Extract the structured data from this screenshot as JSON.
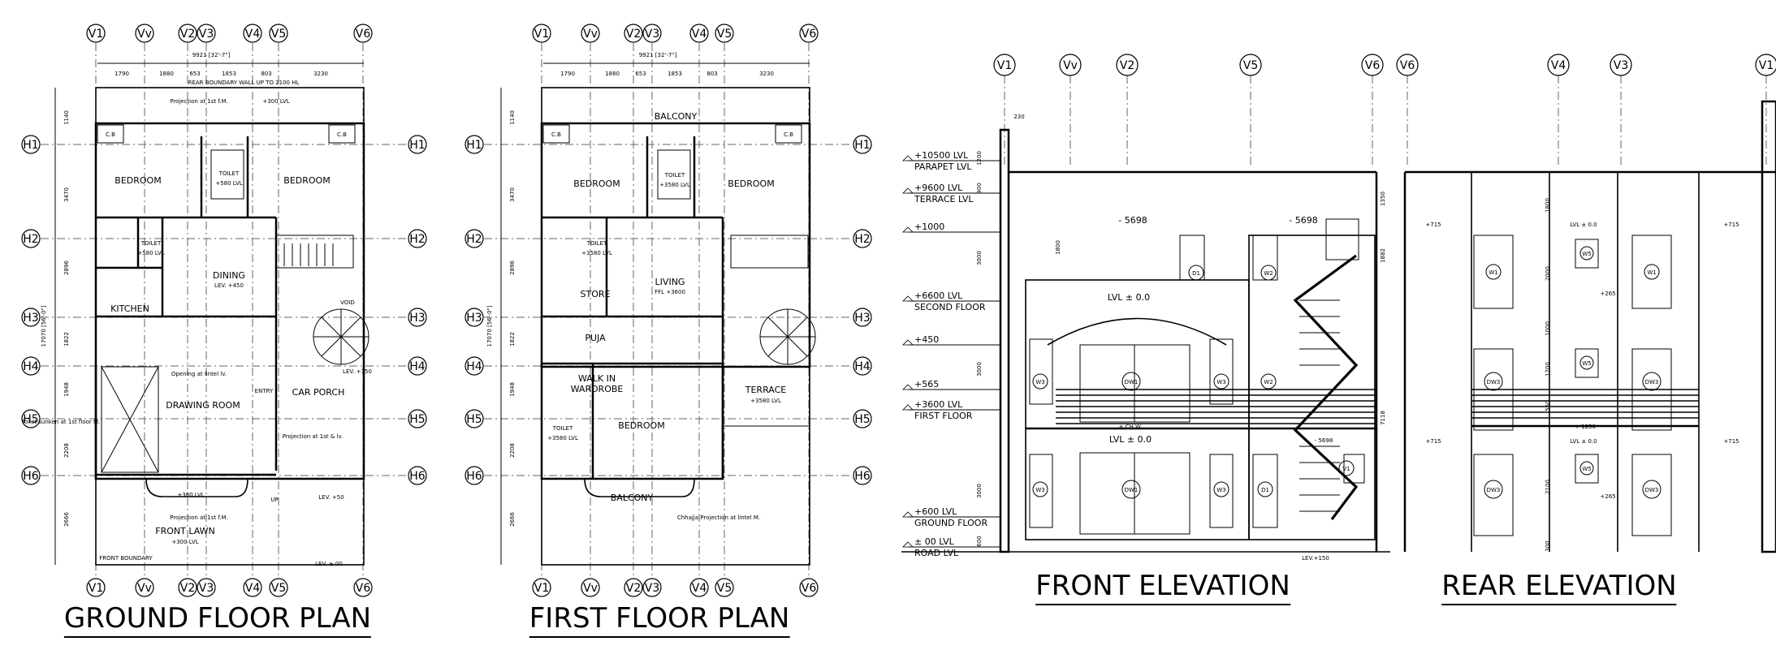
{
  "titles": {
    "ground": "GROUND FLOOR PLAN",
    "first": "FIRST FLOOR PLAN",
    "front": "FRONT ELEVATION",
    "rear": "REAR ELEVATION"
  },
  "grid": {
    "plan_v": [
      "V1",
      "Vv",
      "V2",
      "V3",
      "V4",
      "V5",
      "V6"
    ],
    "plan_h": [
      "H1",
      "H2",
      "H3",
      "H4",
      "H5",
      "H6"
    ],
    "front_v": [
      "V1",
      "Vv",
      "V2",
      "V5",
      "V6"
    ],
    "rear_v": [
      "V6",
      "V4",
      "V3",
      "V1"
    ]
  },
  "plan_dims": {
    "overall": "9921 [32'-7\"]",
    "top_parts": [
      "1790",
      "1880",
      "653",
      "1853",
      "803",
      "3230"
    ],
    "left_total": "17070 [56'-0\"]",
    "left_parts": [
      "1140",
      "3470",
      "2896",
      "1822",
      "1948",
      "2208",
      "2666"
    ]
  },
  "ground": {
    "rooms": {
      "bed1": "BEDROOM",
      "bed2": "BEDROOM",
      "toilet_c": "TOILET",
      "toilet_c_lvl": "+580 LVL",
      "toilet_l": "TOILET",
      "toilet_l_lvl": "+580 LVL",
      "dining": "DINING",
      "dining_lvl": "LEV. +450",
      "kitchen": "KITCHEN",
      "drawing": "DRAWING ROOM",
      "carporch": "CAR PORCH",
      "lawn": "FRONT LAWN",
      "lawn_lvl": "+300 LVL",
      "entry": "ENTRY",
      "up": "UP",
      "void": "VOID",
      "cb1": "C.B",
      "cb2": "C.B"
    },
    "notes": {
      "rear_wall": "REAR BOUNDARY WALL UP TO 2100 HL",
      "projection_top": "Projection at 1st f.M.",
      "lvl300": "+300 LVL",
      "opening": "Opening at lintel lv.",
      "projection_mid": "Projection at 1st & lv.",
      "toilet_sunken": "Toilet sunken at 1st floor M.",
      "projection_bottom": "Projection at 1st f.M.",
      "lev_porch": "LEV. +150",
      "lev_lawn": "LEV. +50",
      "front_boundary": "FRONT BOUNDARY",
      "lev_road": "LEV. ± 00",
      "plus380": "+380 LVL"
    }
  },
  "first": {
    "rooms": {
      "balcony_top": "BALCONY",
      "bed1": "BEDROOM",
      "bed2": "BEDROOM",
      "toilet_c": "TOILET",
      "toilet_c_lvl": "+3580 LVL",
      "toilet_l": "TOILET",
      "toilet_l_lvl": "+3580 LVL",
      "living": "LIVING",
      "living_lvl": "FFL +3600",
      "store": "STORE",
      "puja": "PUJA",
      "walkin": "WALK IN",
      "wardrobe": "WARDROBE",
      "bed3": "BEDROOM",
      "toilet_b": "TOILET",
      "toilet_b_lvl": "+3580 LVL",
      "terrace": "TERRACE",
      "terrace_lvl": "+3580 LVL",
      "balcony_bottom": "BALCONY",
      "cb1": "C.B",
      "cb2": "C.B"
    },
    "notes": {
      "chajja": "Chhajja Projection at lintel M."
    }
  },
  "front": {
    "levels": [
      {
        "l1": "+10500 LVL",
        "l2": "PARAPET LVL"
      },
      {
        "l1": "+9600 LVL",
        "l2": "TERRACE LVL"
      },
      {
        "l1": "+1000",
        "l2": ""
      },
      {
        "l1": "+6600 LVL",
        "l2": "SECOND FLOOR"
      },
      {
        "l1": "+450",
        "l2": ""
      },
      {
        "l1": "+565",
        "l2": ""
      },
      {
        "l1": "+3600 LVL",
        "l2": "FIRST FLOOR"
      },
      {
        "l1": "+600 LVL",
        "l2": "GROUND FLOOR"
      },
      {
        "l1": "± 00 LVL",
        "l2": "ROAD LVL"
      }
    ],
    "tags": {
      "d1a": "D1",
      "w2a": "W2",
      "w2b": "W2",
      "w3a": "W3",
      "w3b": "W3",
      "w3c": "W3",
      "w3d": "W3",
      "dw1a": "DW1",
      "dw1b": "DW1",
      "d1b": "D1",
      "v1": "V1"
    },
    "notes": {
      "m5698a": "- 5698",
      "m5698b": "- 5698",
      "m5698c": "- 5698",
      "lvl0a": "LVL ± 0.0",
      "lvl0b": "LVL ± 0.0",
      "chw": "+ CH.W.",
      "lev150": "LEV.+150",
      "top230": "230",
      "v1200": "1200",
      "v900": "900",
      "v3000a": "3000",
      "v1800": "1800",
      "v3000b": "3000",
      "v3000c": "3000",
      "v600": "600",
      "v7118": "7118",
      "v1350": "1350",
      "v1882": "1882"
    }
  },
  "rear": {
    "tags": {
      "w1a": "W1",
      "w5a": "W5",
      "w1b": "W1",
      "w5b": "W5",
      "dw3a": "DW3",
      "dw3b": "DW3",
      "w5c": "W5",
      "dw3c": "DW3",
      "dw3d": "DW3"
    },
    "notes": {
      "p715a": "+715",
      "p715b": "+715",
      "p715c": "+715",
      "p715d": "+715",
      "lvl0a": "LVL ± 0.0",
      "lvl0b": "LVL ± 0.0",
      "p265a": "+265",
      "p265b": "+265",
      "p1250": "+ 1250",
      "v1800": "1800",
      "v2000": "2000",
      "v1000": "1000",
      "v1200": "1200",
      "v550": "550",
      "v2100": "2100",
      "v300": "300"
    }
  }
}
